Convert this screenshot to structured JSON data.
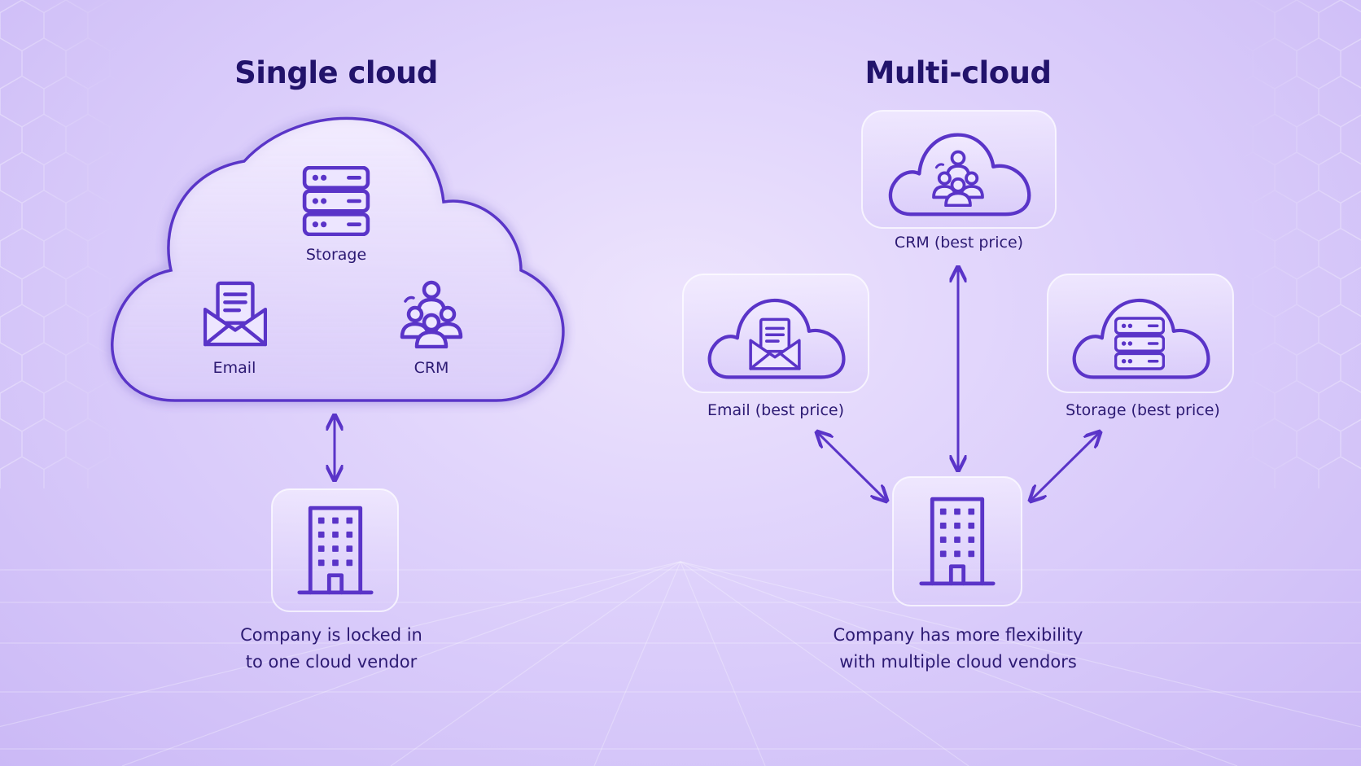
{
  "colors": {
    "accent": "#5a34c8",
    "title": "#22136b",
    "text": "#2c1a73",
    "background": "#ddd0fb"
  },
  "single": {
    "title": "Single cloud",
    "services": {
      "storage": {
        "label": "Storage",
        "icon": "server-stack-icon"
      },
      "email": {
        "label": "Email",
        "icon": "envelope-letter-icon"
      },
      "crm": {
        "label": "CRM",
        "icon": "people-group-icon"
      }
    },
    "company": {
      "icon": "office-building-icon"
    },
    "caption_line1": "Company is locked in",
    "caption_line2": "to one cloud vendor"
  },
  "multi": {
    "title": "Multi-cloud",
    "services": {
      "crm": {
        "label": "CRM (best price)",
        "icon": "people-group-icon"
      },
      "email": {
        "label": "Email (best price)",
        "icon": "envelope-letter-icon"
      },
      "storage": {
        "label": "Storage (best price)",
        "icon": "server-stack-icon"
      }
    },
    "company": {
      "icon": "office-building-icon"
    },
    "caption_line1": "Company has more flexibility",
    "caption_line2": "with multiple cloud vendors"
  }
}
